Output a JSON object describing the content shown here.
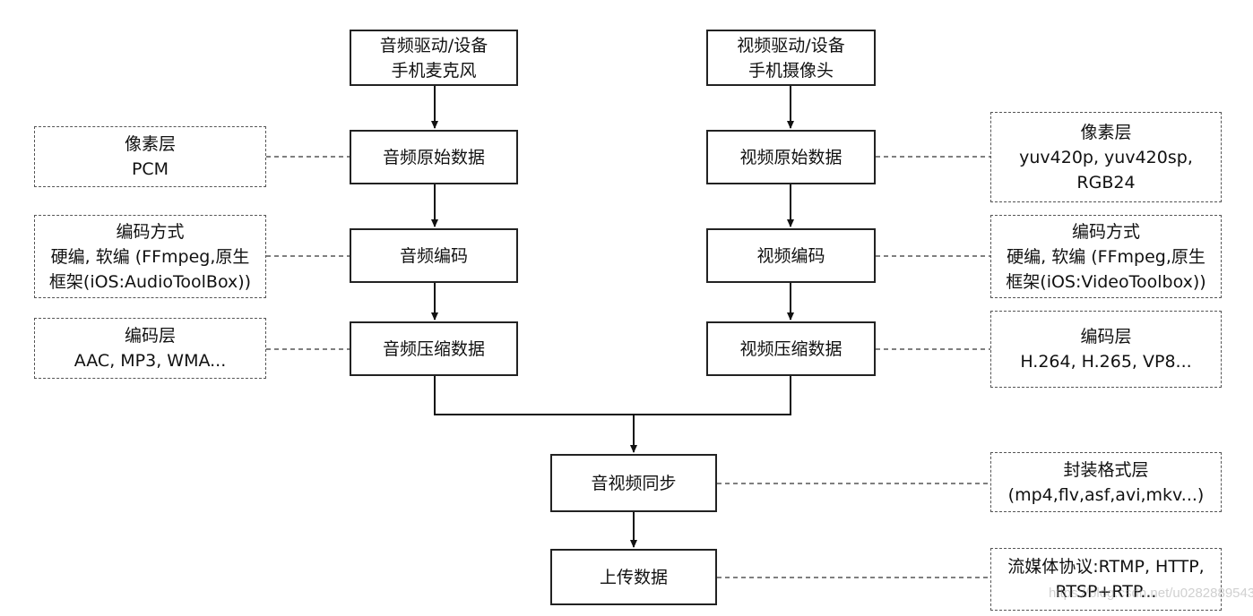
{
  "left_chain": {
    "source": [
      "音频驱动/设备",
      "手机麦克风"
    ],
    "raw": "音频原始数据",
    "encode": "音频编码",
    "compressed": "音频压缩数据"
  },
  "right_chain": {
    "source": [
      "视频驱动/设备",
      "手机摄像头"
    ],
    "raw": "视频原始数据",
    "encode": "视频编码",
    "compressed": "视频压缩数据"
  },
  "center_chain": {
    "sync": "音视频同步",
    "upload": "上传数据"
  },
  "left_notes": {
    "pixel": [
      "像素层",
      "PCM"
    ],
    "encoding": [
      "编码方式",
      "硬编, 软编 (FFmpeg,原生",
      "框架(iOS:AudioToolBox))"
    ],
    "codec": [
      "编码层",
      "AAC, MP3, WMA..."
    ]
  },
  "right_notes": {
    "pixel": [
      "像素层",
      "yuv420p, yuv420sp,",
      "RGB24"
    ],
    "encoding": [
      "编码方式",
      "硬编, 软编 (FFmpeg,原生",
      "框架(iOS:VideoToolbox))"
    ],
    "codec": [
      "编码层",
      "H.264, H.265, VP8..."
    ],
    "container": [
      "封装格式层",
      "(mp4,flv,asf,avi,mkv...)"
    ],
    "protocol": [
      "流媒体协议:RTMP, HTTP,",
      "RTSP+RTP..."
    ]
  },
  "watermark": "https://blog.csdn.net/u0282889543"
}
